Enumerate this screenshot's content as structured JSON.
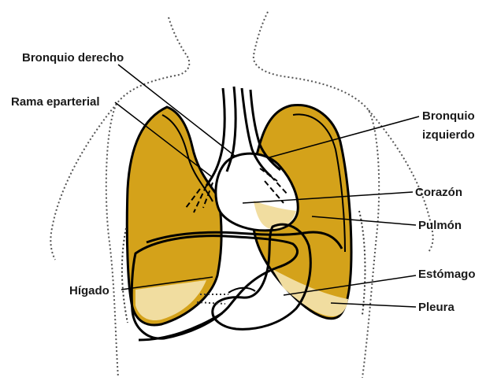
{
  "labels": {
    "bronquio_derecho": "Bronquio derecho",
    "rama_eparterial": "Rama eparterial",
    "bronquio_izquierdo_1": "Bronquio",
    "bronquio_izquierdo_2": "izquierdo",
    "corazon": "Corazón",
    "pulmon": "Pulmón",
    "higado": "Hígado",
    "estomago": "Estómago",
    "pleura": "Pleura"
  },
  "colors": {
    "lung_fill": "#d4a21a",
    "lung_light": "#f1dda0",
    "outline": "#000000",
    "body_outline": "#555555"
  }
}
